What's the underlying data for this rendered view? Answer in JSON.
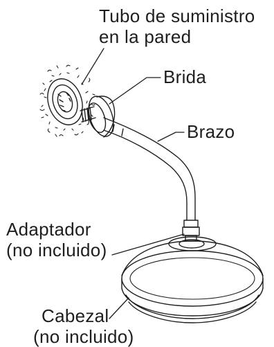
{
  "labels": {
    "supply_line1": "Tubo de suministro",
    "supply_line2": "en la pared",
    "flange": "Brida",
    "arm": "Brazo",
    "adapter_line1": "Adaptador",
    "adapter_line2": "(no incluido)",
    "head_line1": "Cabezal",
    "head_line2": "(no incluido)"
  },
  "colors": {
    "ink": "#1e1e1e",
    "background": "#ffffff"
  }
}
